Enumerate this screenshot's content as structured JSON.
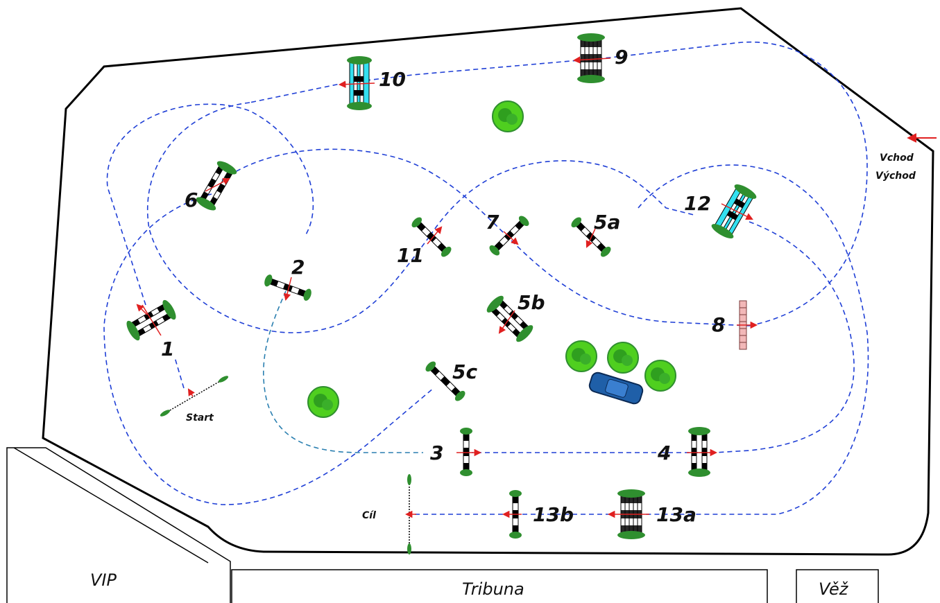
{
  "buildings": {
    "vip": "VIP",
    "tribuna": "Tribuna",
    "vez": "Věž"
  },
  "entrance": {
    "line1": "Vchod",
    "line2": "Východ"
  },
  "start_label": "Start",
  "finish_label": "Cíl",
  "obstacles": [
    {
      "id": "1",
      "type": "oxer",
      "color": "#000000"
    },
    {
      "id": "2",
      "type": "vertical",
      "color": "#000000"
    },
    {
      "id": "3",
      "type": "vertical",
      "color": "#000000"
    },
    {
      "id": "4",
      "type": "oxer",
      "color": "#000000"
    },
    {
      "id": "5a",
      "type": "vertical",
      "color": "#000000"
    },
    {
      "id": "5b",
      "type": "oxer",
      "color": "#000000"
    },
    {
      "id": "5c",
      "type": "vertical",
      "color": "#000000"
    },
    {
      "id": "6",
      "type": "oxer",
      "color": "#000000"
    },
    {
      "id": "7",
      "type": "vertical",
      "color": "#000000"
    },
    {
      "id": "8",
      "type": "wall",
      "color": "#f2b8b8"
    },
    {
      "id": "9",
      "type": "triple-bar",
      "color": "#000000"
    },
    {
      "id": "10",
      "type": "water-oxer",
      "color": "#33e0f0"
    },
    {
      "id": "11",
      "type": "vertical",
      "color": "#000000"
    },
    {
      "id": "12",
      "type": "water-oxer",
      "color": "#33e0f0"
    },
    {
      "id": "13a",
      "type": "triple-bar",
      "color": "#000000"
    },
    {
      "id": "13b",
      "type": "vertical",
      "color": "#000000"
    }
  ],
  "colors": {
    "route": "#1f3fd6",
    "direction_arrow": "#e02020",
    "tree": "#4fcf1f",
    "car": "#1f5fa8"
  }
}
